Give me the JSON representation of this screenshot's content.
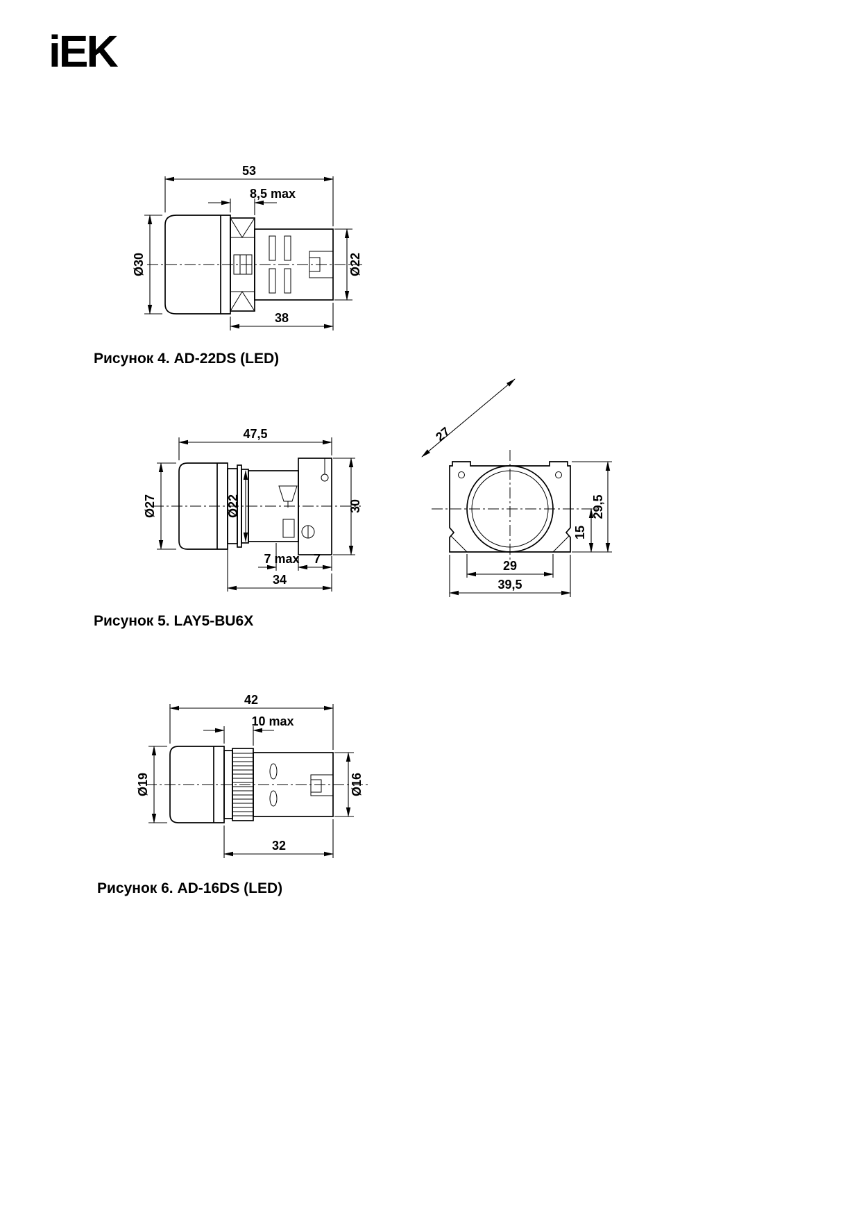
{
  "logo": {
    "text": "iEK"
  },
  "figures": {
    "fig4": {
      "caption": "Рисунок 4. AD-22DS (LED)",
      "dims": {
        "width_total": "53",
        "panel_max": "8,5 max",
        "lens_dia": "Ø30",
        "body_dia": "Ø22",
        "rear_len": "38"
      }
    },
    "fig5": {
      "caption": "Рисунок 5. LAY5-BU6X",
      "side": {
        "width_total": "47,5",
        "cap_dia": "Ø27",
        "thread_dia": "Ø22",
        "block_h": "30",
        "panel_max": "7 max",
        "rear": "7",
        "body_len": "34"
      },
      "front": {
        "cap_diag": "27",
        "body_h": "29,5",
        "half_h": "15",
        "hole_w": "29",
        "body_w": "39,5"
      }
    },
    "fig6": {
      "caption": "Рисунок 6. AD-16DS (LED)",
      "dims": {
        "width_total": "42",
        "panel_max": "10 max",
        "lens_dia": "Ø19",
        "body_dia": "Ø16",
        "rear_len": "32"
      }
    }
  }
}
